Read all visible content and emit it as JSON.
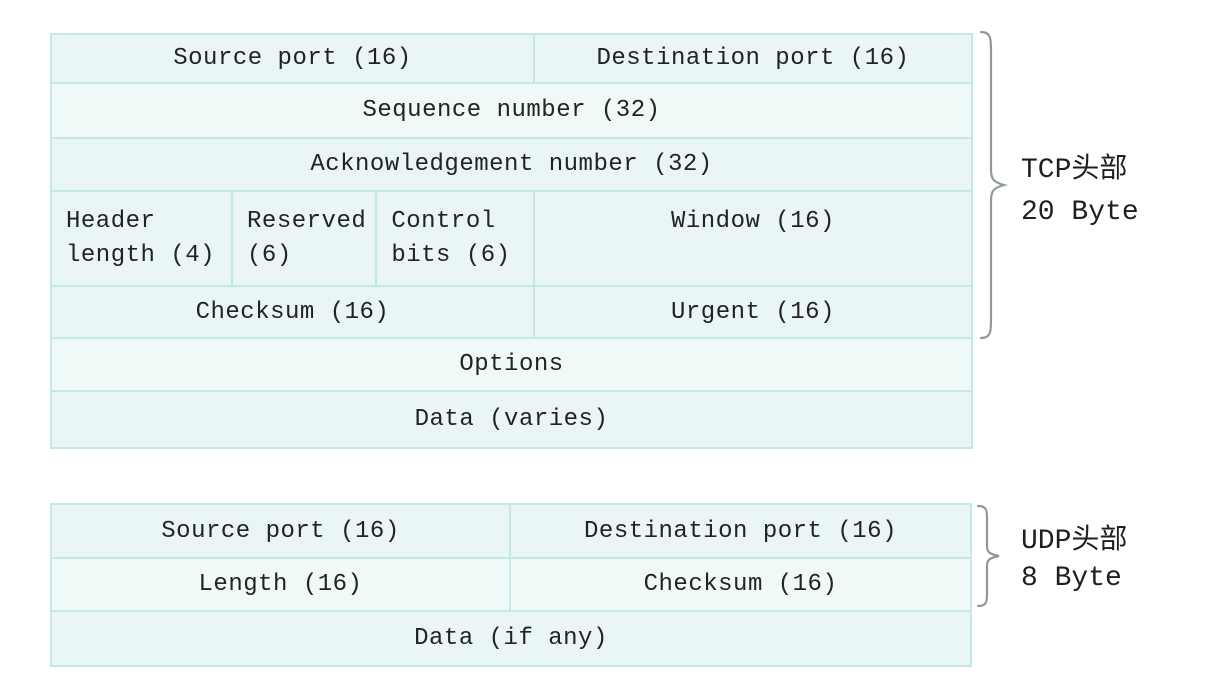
{
  "colors": {
    "cell_fill": "#e9f6f5",
    "cell_border": "#c3e8e6",
    "text": "#232323",
    "brace": "#8f999b",
    "background": "#ffffff"
  },
  "tcp": {
    "rows": [
      {
        "cells": [
          "Source port (16)",
          "Destination port (16)"
        ]
      },
      {
        "cells": [
          "Sequence number (32)"
        ]
      },
      {
        "cells": [
          "Acknowledgement number (32)"
        ]
      },
      {
        "cells": [
          "Header length (4)",
          "Reserved (6)",
          "Control bits (6)",
          "Window (16)"
        ]
      },
      {
        "cells": [
          "Checksum (16)",
          "Urgent (16)"
        ]
      },
      {
        "cells": [
          "Options"
        ]
      },
      {
        "cells": [
          "Data (varies)"
        ]
      }
    ],
    "annotation": {
      "title": "TCP头部",
      "size": "20 Byte"
    }
  },
  "udp": {
    "rows": [
      {
        "cells": [
          "Source port (16)",
          "Destination port (16)"
        ]
      },
      {
        "cells": [
          "Length (16)",
          "Checksum (16)"
        ]
      },
      {
        "cells": [
          "Data (if any)"
        ]
      }
    ],
    "annotation": {
      "title": "UDP头部",
      "size": "8 Byte"
    }
  }
}
